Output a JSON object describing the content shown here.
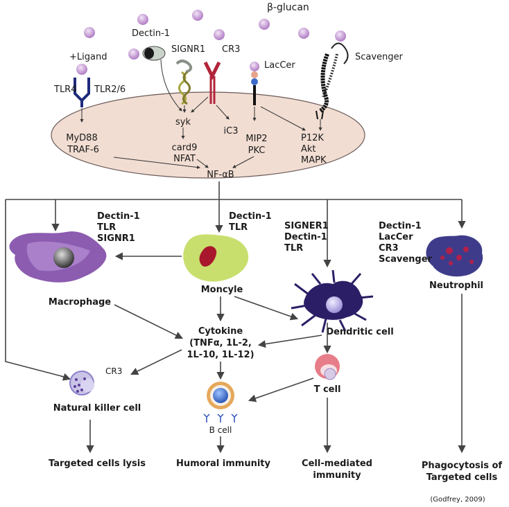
{
  "beta_glucan": "β-glucan",
  "ligand": "+Ligand",
  "receptors": {
    "dectin1": "Dectin-1",
    "signr1": "SIGNR1",
    "cr3": "CR3",
    "laccer": "LacCer",
    "scavenger": "Scavenger",
    "tlr4": "TLR4",
    "tlr26": "TLR2/6"
  },
  "cell_interior": {
    "myd88": "MyD88",
    "traf6": "TRAF-6",
    "syk": "syk",
    "card9": "card9",
    "nfat": "NFAT",
    "ic3": "iC3",
    "mip2": "MIP2",
    "pkc": "PKC",
    "p12k": "P12K",
    "akt": "Akt",
    "mapk": "MAPK",
    "nfkb": "NF-αB"
  },
  "macrophage_receptors": [
    "Dectin-1",
    "TLR",
    "SIGNR1"
  ],
  "monocyte_receptors": [
    "Dectin-1",
    "TLR"
  ],
  "dendritic_receptors": [
    "SIGNER1",
    "Dectin-1",
    "TLR"
  ],
  "neutrophil_receptors": [
    "Dectin-1",
    "LacCer",
    "CR3",
    "Scavenger"
  ],
  "cells": {
    "macrophage": "Macrophage",
    "monocyte": "Moncyle",
    "dendritic": "Dendritic cell",
    "neutrophil": "Neutrophil",
    "nk": "Natural killer cell",
    "nk_cr3": "CR3",
    "tcell": "T cell",
    "bcell": "B cell"
  },
  "cytokine": [
    "Cytokine",
    "(TNFα, 1L-2,",
    "1L-10, 1L-12)"
  ],
  "outcomes": {
    "lysis": "Targeted cells lysis",
    "humoral": "Humoral immunity",
    "cell_mediated": [
      "Cell-mediated",
      "immunity"
    ],
    "phagocytosis": [
      "Phagocytosis of",
      "Targeted cells"
    ]
  },
  "citation": "(Godfrey, 2009)",
  "colors": {
    "glucan_bead": "#c9a4d8",
    "membrane": "#f1ddd2",
    "macrophage": "#7a4a9e",
    "monocyte": "#c4de6a",
    "dendritic": "#2e1f63",
    "neutrophil": "#3c3a86",
    "tcell": "#e27b86",
    "bcell_ring": "#e7a95a",
    "bcell_core": "#3b6fd4"
  }
}
